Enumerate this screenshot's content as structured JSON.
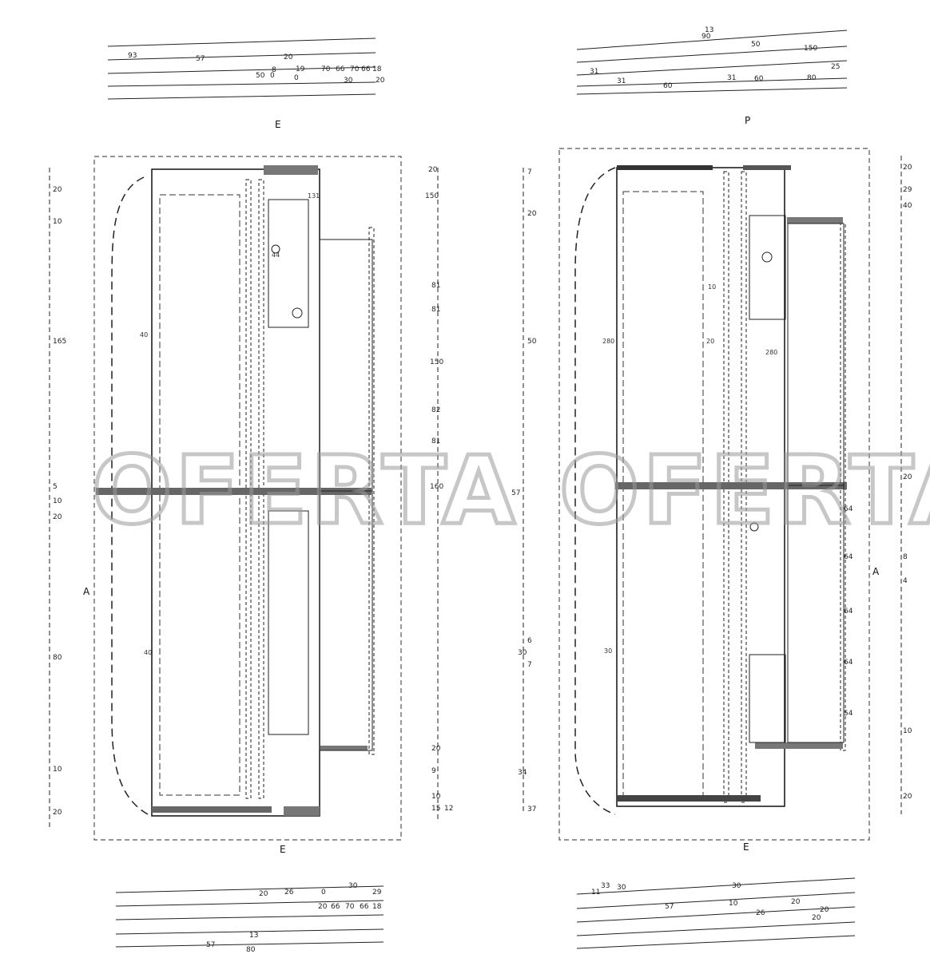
{
  "watermark": "OFERTA",
  "plans": [
    {
      "top_dims": {
        "overall": "",
        "row1": [
          "93",
          "57",
          "20"
        ],
        "row2": [
          "8",
          "19",
          "70",
          "66",
          "70",
          "66",
          "18"
        ],
        "row3": [
          "50",
          "0",
          "0",
          "30",
          "20"
        ]
      },
      "axis_top": "E",
      "axis_bottom": "E",
      "axis_side": "A",
      "left_dims": [
        "20",
        "10",
        "165",
        "5",
        "10",
        "20",
        "80",
        "10",
        "20"
      ],
      "right_dims": [
        "20",
        "150",
        "81",
        "81",
        "150",
        "82",
        "81",
        "160",
        "20",
        "9",
        "10",
        "15",
        "12"
      ],
      "room_labels": [
        "40",
        "44",
        "131",
        "40"
      ],
      "bottom_dims": {
        "row1": [
          "20",
          "26",
          "0",
          "30",
          "29"
        ],
        "row2": [
          "20",
          "66",
          "70",
          "66",
          "18"
        ],
        "row3": [
          "57",
          "13",
          "80"
        ]
      }
    },
    {
      "top_dims": {
        "overall": "13",
        "row1": [
          "90",
          "50",
          "150"
        ],
        "row2": [
          "31",
          "31",
          "60",
          "80"
        ],
        "row3": [
          "31",
          "60",
          "25"
        ]
      },
      "axis_top": "P",
      "axis_bottom": "E",
      "axis_side": "A",
      "left_dims": [
        "7",
        "20",
        "50",
        "57",
        "30",
        "7",
        "6",
        "34",
        "37"
      ],
      "right_dims": [
        "20",
        "29",
        "40",
        "20",
        "8",
        "4",
        "10",
        "20",
        "64",
        "64",
        "64",
        "64",
        "54"
      ],
      "room_labels": [
        "280",
        "20",
        "280",
        "30",
        "10"
      ],
      "bottom_dims": {
        "row1": [
          "33",
          "30",
          "26",
          "20"
        ],
        "row2": [
          "57",
          "10",
          "20"
        ],
        "row3": [
          "11",
          "30",
          "20"
        ]
      }
    }
  ]
}
